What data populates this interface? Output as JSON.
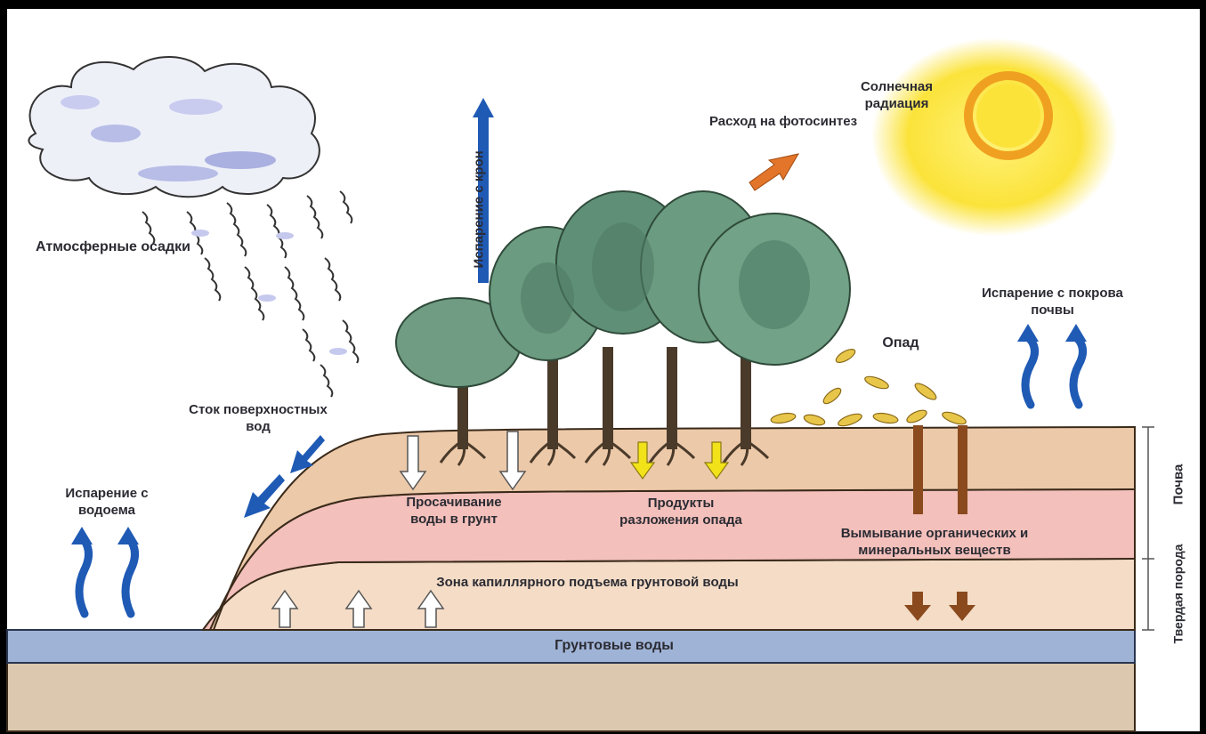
{
  "diagram": {
    "labels": {
      "precipitation": "Атмосферные осадки",
      "canopy_evaporation": "Испарение с крон",
      "photosynthesis": "Расход на фотосинтез",
      "solar_radiation": "Солнечная радиация",
      "soil_evaporation": "Испарение с покрова почвы",
      "litter": "Опад",
      "surface_runoff": "Сток поверхностных вод",
      "pond_evaporation": "Испарение с водоема",
      "infiltration": "Просачивание воды в грунт",
      "decomposition": "Продукты разложения опада",
      "leaching": "Вымывание органических и минеральных веществ",
      "capillary_zone": "Зона капиллярного подъема грунтовой воды",
      "groundwater": "Грунтовые воды",
      "soil": "Почва",
      "bedrock": "Твердая порода"
    },
    "colors": {
      "sky": "#ffffff",
      "frame": "#000000",
      "soil_top": "#ecc9a9",
      "soil_pink": "#f3c0bb",
      "capillary": "#f4dcc6",
      "groundwater": "#9fb3d6",
      "deep": "#dcc8ae",
      "tree_foliage": "#6b9b80",
      "sun": "#fbe33a",
      "blue_arrow": "#1f5ab5",
      "orange_arrow": "#e2752a",
      "brown_arrow": "#8a4a1e",
      "yellow_arrow": "#f2e21a"
    }
  }
}
